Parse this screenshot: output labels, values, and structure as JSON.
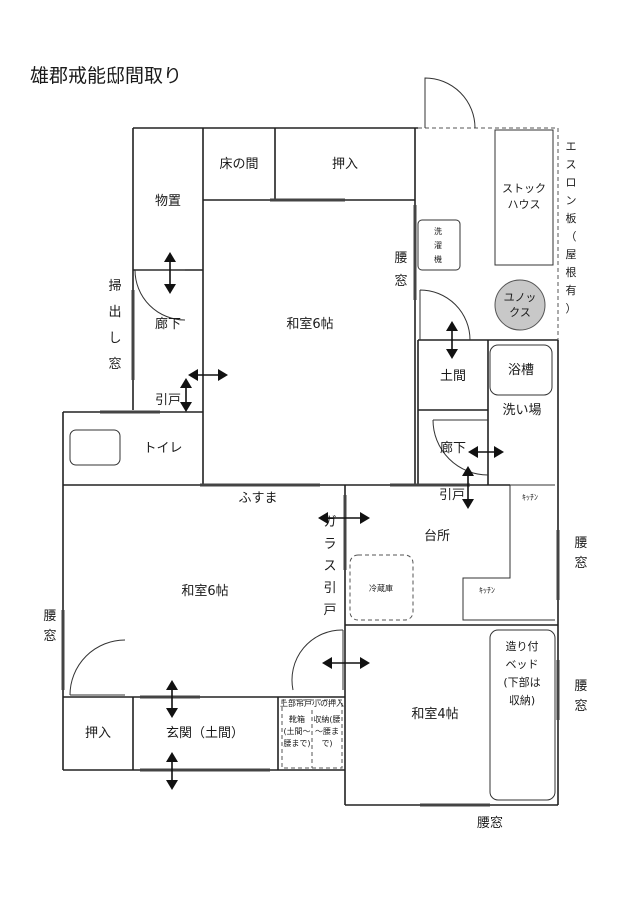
{
  "title": "雄郡戒能邸間取り",
  "rooms": {
    "storage": "物置",
    "tokonoma": "床の間",
    "oshiire_top": "押入",
    "washitsu_main": "和室6帖",
    "washitsu_left": "和室6帖",
    "washitsu_small": "和室4帖",
    "stock_house": [
      "ストック",
      "ハウス"
    ],
    "washer": [
      "洗",
      "濯",
      "機"
    ],
    "unok": [
      "ユノッ",
      "クス"
    ],
    "doma": "土間",
    "bathtub": "浴槽",
    "washplace": "洗い場",
    "hallway_left": "廊下",
    "hallway_right": "廊下",
    "toilet": "トイレ",
    "kitchen": "台所",
    "kitchen_unit_top": "ｷｯﾁﾝ",
    "kitchen_unit_bottom": "ｷｯﾁﾝ",
    "fridge": "冷蔵庫",
    "oshiire_bottom": "押入",
    "genkan": "玄関（土間）",
    "shoebox_header": "上部吊戸小の押入",
    "shoebox_1": [
      "靴箱",
      "(土間～",
      "腰まで)"
    ],
    "shoebox_2": [
      "収納(腰",
      "～腰ま",
      "で)"
    ],
    "built_bed": [
      "造り付",
      "ベッド",
      "(下部は",
      "収納)"
    ]
  },
  "labels": {
    "eslon_board": [
      "エ",
      "ス",
      "ロ",
      "ン",
      "板",
      "（",
      "屋",
      "根",
      "有",
      "）"
    ],
    "sweep_window": [
      "掃",
      "出",
      "し",
      "窓"
    ],
    "koshi_mado_top": [
      "腰",
      "窓"
    ],
    "koshi_mado_left": [
      "腰",
      "窓"
    ],
    "koshi_mado_kitchen": [
      "腰",
      "窓"
    ],
    "koshi_mado_right": [
      "腰",
      "窓"
    ],
    "koshi_mado_bottom": "腰窓",
    "hikido_left": "引戸",
    "hikido_kitchen": "引戸",
    "fusuma": "ふすま",
    "glass_hikido": [
      "ガ",
      "ラ",
      "ス",
      "引",
      "戸"
    ]
  }
}
